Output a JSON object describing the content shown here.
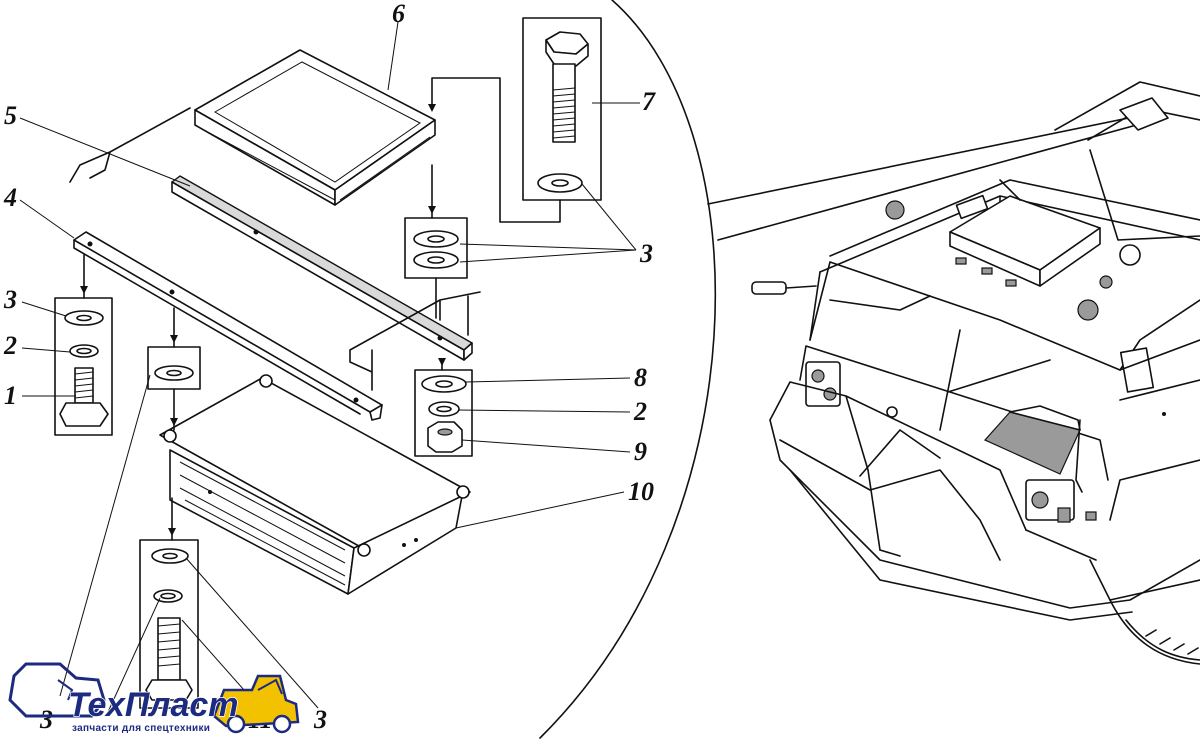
{
  "diagram": {
    "callouts": {
      "c6": "6",
      "c5": "5",
      "c4": "4",
      "c7": "7",
      "c3_top_right": "3",
      "c3_left": "3",
      "c2_left": "2",
      "c1_left": "1",
      "c8": "8",
      "c2_right": "2",
      "c9": "9",
      "c10": "10",
      "c3_bottom_left": "3",
      "c11": "11",
      "c3_bottom_right": "3"
    }
  },
  "watermark": {
    "brand": "ТехПласт",
    "tagline": "запчасти для спецтехники",
    "colors": {
      "primary": "#1c2a80",
      "accent": "#f2c200"
    }
  }
}
